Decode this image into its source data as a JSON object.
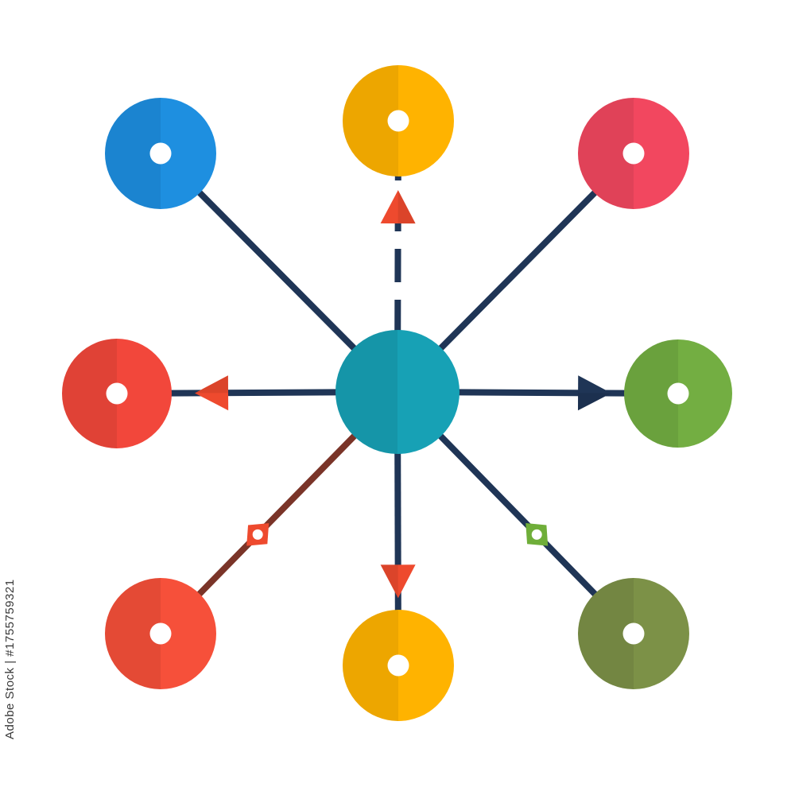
{
  "watermark": {
    "side_text": "Adobe Stock | #1755759321"
  },
  "colors": {
    "line_dark": "#1f3556",
    "line_brown": "#7a3428",
    "hub": "#17a1b5",
    "hub_shade": "#1393a6",
    "blue": "#1e8fe0",
    "yellow": "#ffb300",
    "pink": "#f2475f",
    "red": "#f2473b",
    "green": "#73ae42",
    "orange_red": "#f6503a",
    "olive": "#7c9147",
    "arrow_red": "#ee4a2e",
    "arrow_navy": "#1f3556",
    "diamond_green": "#6fae39",
    "diamond_red": "#ee4a2e"
  },
  "nodes": [
    {
      "id": "hub-node",
      "color": "hub",
      "role": "center"
    },
    {
      "id": "node-top-left",
      "color": "blue"
    },
    {
      "id": "node-top",
      "color": "yellow"
    },
    {
      "id": "node-top-right",
      "color": "pink"
    },
    {
      "id": "node-left",
      "color": "red"
    },
    {
      "id": "node-right",
      "color": "green"
    },
    {
      "id": "node-bottom-left",
      "color": "orange_red"
    },
    {
      "id": "node-bottom",
      "color": "yellow"
    },
    {
      "id": "node-bottom-right",
      "color": "olive"
    }
  ],
  "connectors": [
    {
      "from": "hub-node",
      "to": "node-top-left",
      "style": "solid",
      "color": "line_dark"
    },
    {
      "from": "hub-node",
      "to": "node-top",
      "style": "dashed",
      "color": "line_dark",
      "marker": "arrow",
      "marker_color": "arrow_red"
    },
    {
      "from": "hub-node",
      "to": "node-top-right",
      "style": "solid",
      "color": "line_dark"
    },
    {
      "from": "hub-node",
      "to": "node-left",
      "style": "solid",
      "color": "line_dark",
      "marker": "arrow",
      "marker_color": "arrow_red"
    },
    {
      "from": "hub-node",
      "to": "node-right",
      "style": "solid",
      "color": "line_dark",
      "marker": "arrow",
      "marker_color": "arrow_navy"
    },
    {
      "from": "hub-node",
      "to": "node-bottom-left",
      "style": "solid",
      "color": "line_brown",
      "marker": "diamond",
      "marker_color": "diamond_red"
    },
    {
      "from": "hub-node",
      "to": "node-bottom",
      "style": "solid",
      "color": "line_dark",
      "marker": "arrow",
      "marker_color": "arrow_red"
    },
    {
      "from": "hub-node",
      "to": "node-bottom-right",
      "style": "solid",
      "color": "line_dark",
      "marker": "diamond",
      "marker_color": "diamond_green"
    }
  ]
}
